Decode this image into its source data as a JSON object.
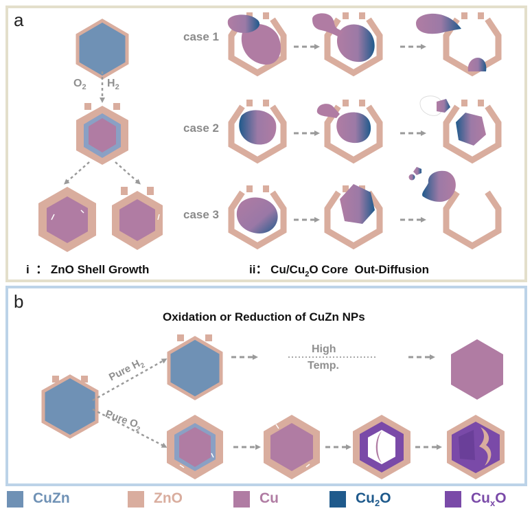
{
  "panel_a": {
    "letter": "a",
    "gas_left": "O",
    "gas_left_sub": "2",
    "gas_right": "H",
    "gas_right_sub": "2",
    "cases": [
      "case 1",
      "case 2",
      "case 3"
    ],
    "section_i": "i  ： ZnO Shell Growth",
    "section_ii_pre": "ii： Cu/Cu",
    "section_ii_sub": "2",
    "section_ii_post": "O Core  Out-Diffusion"
  },
  "panel_b": {
    "letter": "b",
    "title": "Oxidation or Reduction of CuZn NPs",
    "pure_h2": "Pure H",
    "pure_h2_sub": "2",
    "pure_o2": "Pure O",
    "pure_o2_sub": "2",
    "high": "High",
    "temp": "Temp."
  },
  "legend": [
    {
      "label": "CuZn",
      "sub": "",
      "post": "",
      "color": "#6f91b5"
    },
    {
      "label": "ZnO",
      "sub": "",
      "post": "",
      "color": "#d9ad9e"
    },
    {
      "label": "Cu",
      "sub": "",
      "post": "",
      "color": "#b07ca3"
    },
    {
      "label": "Cu",
      "sub": "2",
      "post": "O",
      "color": "#1f5a8c"
    },
    {
      "label": "Cu",
      "sub": "x",
      "post": "O",
      "color": "#7a4aa8"
    }
  ],
  "colors": {
    "cuzn": "#6f91b5",
    "zno": "#d9ad9e",
    "cu": "#b07ca3",
    "cu2o": "#1f5a8c",
    "cuxo": "#7a4aa8",
    "panel_a_border": "#e3dfcb",
    "panel_b_border": "#bcd3e8",
    "arrow": "#9a9a9a"
  }
}
